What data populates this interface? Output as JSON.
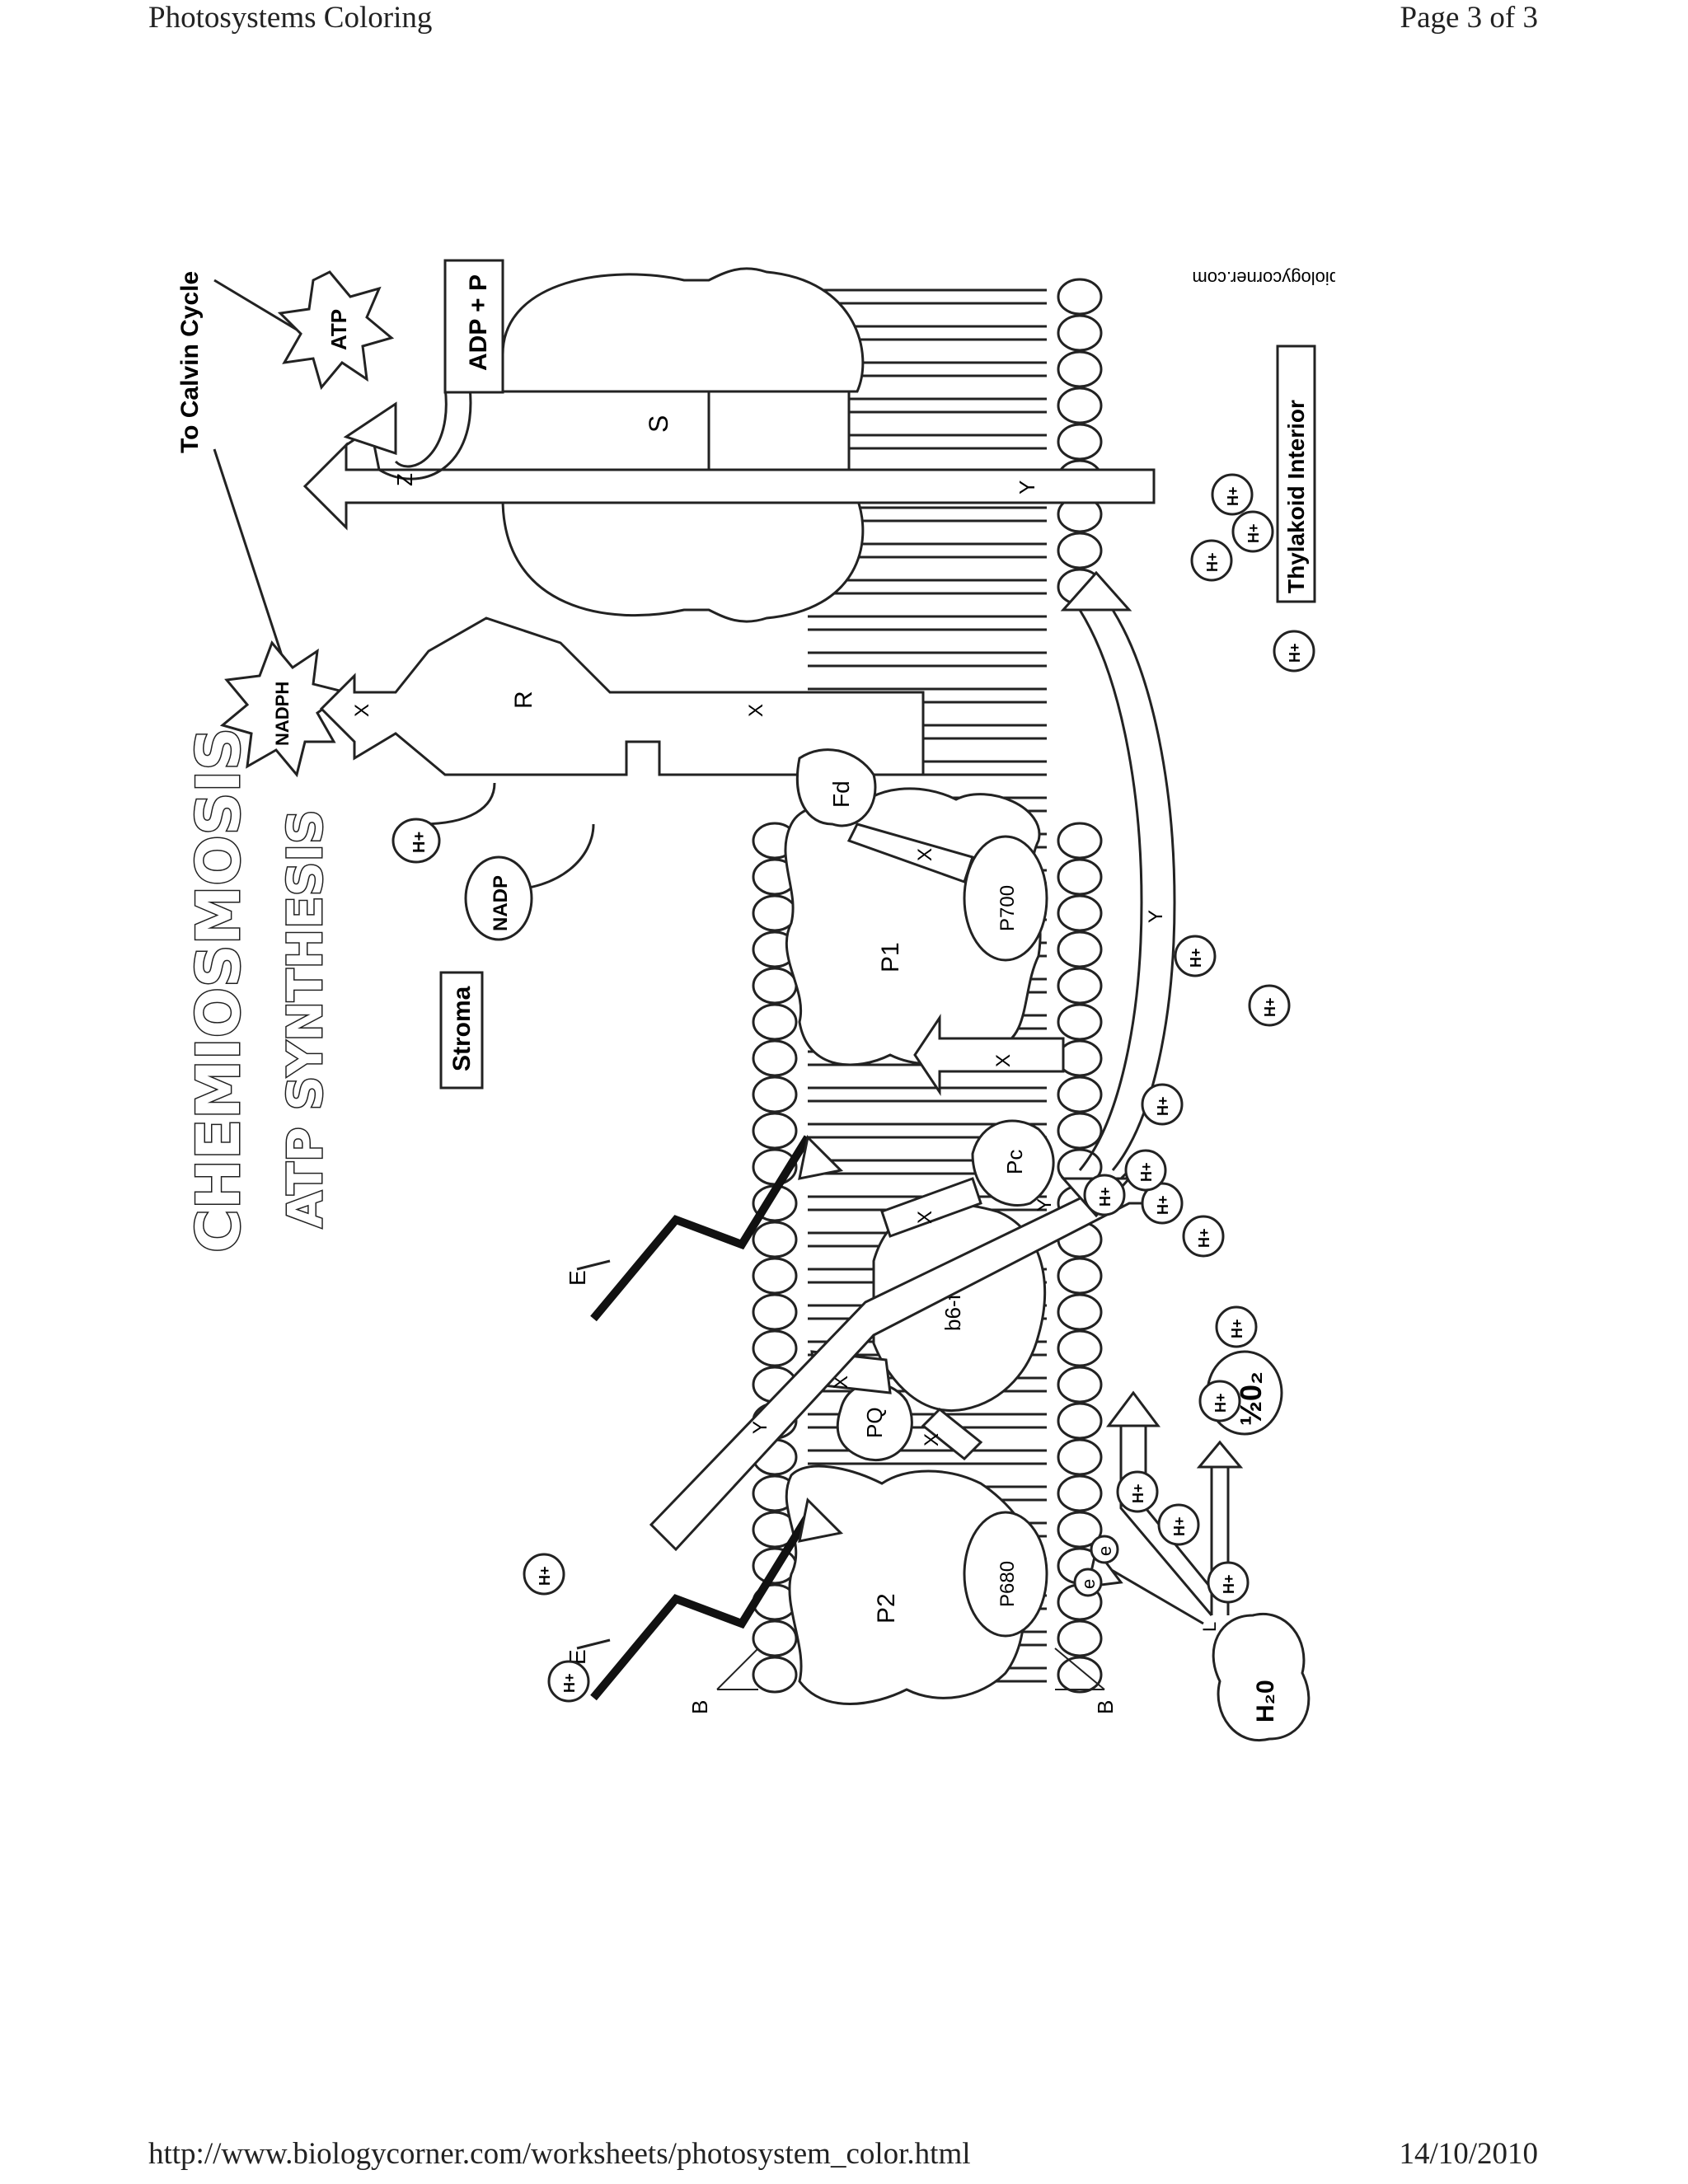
{
  "header": {
    "title": "Photosystems Coloring",
    "page": "Page 3 of 3"
  },
  "footer": {
    "url": "http://www.biologycorner.com/worksheets/photosystem_color.html",
    "date": "14/10/2010"
  },
  "diagram": {
    "title": "CHEMIOSMOSIS",
    "subtitle": "ATP SYNTHESIS",
    "credit": "biologycorner.com",
    "regions": {
      "stroma": "Stroma",
      "interior": "Thylakoid Interior"
    },
    "labels": {
      "to_calvin": "To Calvin Cycle",
      "atp": "ATP",
      "adp": "ADP + P",
      "nadph": "NADPH",
      "nadp": "NADP",
      "h": "H+",
      "r": "R",
      "s": "S",
      "x": "X",
      "y": "Y",
      "z": "Z",
      "e_light": "E",
      "b": "B",
      "e_electron": "e",
      "l": "L",
      "h2o": "H₂0",
      "o2": "½0₂",
      "p1": "P1",
      "p2": "P2",
      "p700": "P700",
      "p680": "P680",
      "fd": "Fd",
      "pc": "Pc",
      "pq": "PQ",
      "b6f": "b6-f"
    }
  }
}
